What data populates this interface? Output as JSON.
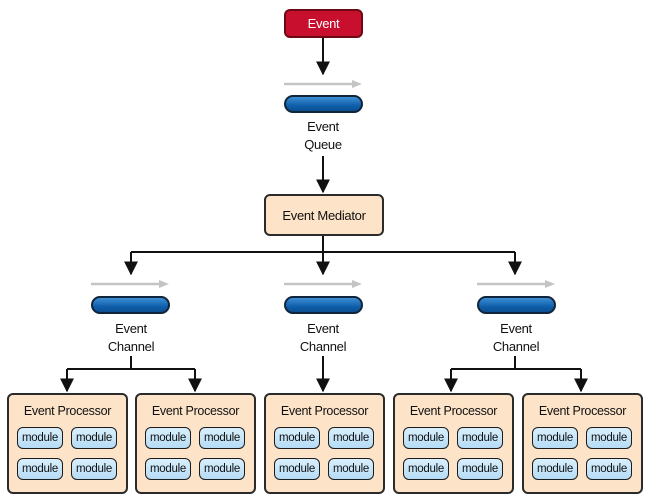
{
  "event": {
    "label": "Event"
  },
  "event_queue": {
    "caption_line1": "Event",
    "caption_line2": "Queue"
  },
  "mediator": {
    "label": "Event Mediator"
  },
  "channels": [
    {
      "caption_line1": "Event",
      "caption_line2": "Channel"
    },
    {
      "caption_line1": "Event",
      "caption_line2": "Channel"
    },
    {
      "caption_line1": "Event",
      "caption_line2": "Channel"
    }
  ],
  "processors": [
    {
      "title": "Event Processor",
      "modules": [
        "module",
        "module",
        "module",
        "module"
      ]
    },
    {
      "title": "Event Processor",
      "modules": [
        "module",
        "module",
        "module",
        "module"
      ]
    },
    {
      "title": "Event Processor",
      "modules": [
        "module",
        "module",
        "module",
        "module"
      ]
    },
    {
      "title": "Event Processor",
      "modules": [
        "module",
        "module",
        "module",
        "module"
      ]
    },
    {
      "title": "Event Processor",
      "modules": [
        "module",
        "module",
        "module",
        "module"
      ]
    }
  ],
  "colors": {
    "event_fill": "#c8102e",
    "pipe_fill": "#0f5fab",
    "box_fill": "#fde3c8",
    "module_fill": "#c6e6fa",
    "flow_arrow": "#c4c4c4",
    "connector": "#111111"
  }
}
